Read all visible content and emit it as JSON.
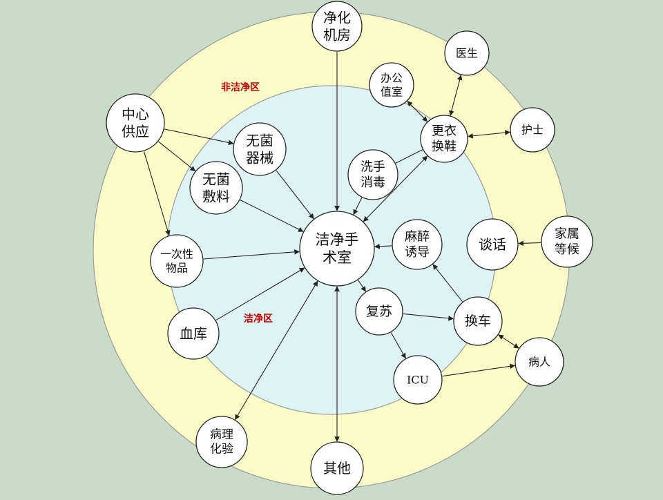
{
  "zones": {
    "outer_label": "非洁净区",
    "inner_label": "洁净区"
  },
  "nodes": [
    {
      "id": "center",
      "lines": [
        "洁净手",
        "术室"
      ]
    },
    {
      "id": "machine",
      "lines": [
        "净化",
        "机房"
      ]
    },
    {
      "id": "supply",
      "lines": [
        "中心",
        "供应"
      ]
    },
    {
      "id": "instr",
      "lines": [
        "无菌",
        "器械"
      ]
    },
    {
      "id": "dressing",
      "lines": [
        "无菌",
        "敷料"
      ]
    },
    {
      "id": "disposable",
      "lines": [
        "一次性",
        "物品"
      ]
    },
    {
      "id": "blood",
      "lines": [
        "血库"
      ]
    },
    {
      "id": "patho",
      "lines": [
        "病理",
        "化验"
      ]
    },
    {
      "id": "other",
      "lines": [
        "其他"
      ]
    },
    {
      "id": "wash",
      "lines": [
        "洗手",
        "消毒"
      ]
    },
    {
      "id": "change",
      "lines": [
        "更衣",
        "换鞋"
      ]
    },
    {
      "id": "office",
      "lines": [
        "办公",
        "值室"
      ]
    },
    {
      "id": "doctor",
      "lines": [
        "医生"
      ]
    },
    {
      "id": "nurse",
      "lines": [
        "护士"
      ]
    },
    {
      "id": "anesth",
      "lines": [
        "麻醉",
        "诱导"
      ]
    },
    {
      "id": "talk",
      "lines": [
        "谈话"
      ]
    },
    {
      "id": "family",
      "lines": [
        "家属",
        "等候"
      ]
    },
    {
      "id": "recovery",
      "lines": [
        "复苏"
      ]
    },
    {
      "id": "cart",
      "lines": [
        "换车"
      ]
    },
    {
      "id": "icu",
      "lines": [
        "ICU"
      ]
    },
    {
      "id": "patient",
      "lines": [
        "病人"
      ]
    }
  ],
  "edges": [
    {
      "from": "machine",
      "to": "center",
      "arrow": "end"
    },
    {
      "from": "supply",
      "to": "instr",
      "arrow": "end"
    },
    {
      "from": "supply",
      "to": "dressing",
      "arrow": "end"
    },
    {
      "from": "supply",
      "to": "disposable",
      "arrow": "end"
    },
    {
      "from": "instr",
      "to": "center",
      "arrow": "end"
    },
    {
      "from": "dressing",
      "to": "center",
      "arrow": "end"
    },
    {
      "from": "disposable",
      "to": "center",
      "arrow": "end"
    },
    {
      "from": "blood",
      "to": "center",
      "arrow": "end"
    },
    {
      "from": "patho",
      "to": "center",
      "arrow": "both"
    },
    {
      "from": "center",
      "to": "other",
      "arrow": "both"
    },
    {
      "from": "wash",
      "to": "center",
      "arrow": "end"
    },
    {
      "from": "change",
      "to": "wash",
      "arrow": "none"
    },
    {
      "from": "change",
      "to": "center",
      "arrow": "both"
    },
    {
      "from": "office",
      "to": "change",
      "arrow": "both"
    },
    {
      "from": "doctor",
      "to": "change",
      "arrow": "both"
    },
    {
      "from": "nurse",
      "to": "change",
      "arrow": "both"
    },
    {
      "from": "anesth",
      "to": "center",
      "arrow": "end"
    },
    {
      "from": "family",
      "to": "talk",
      "arrow": "end"
    },
    {
      "from": "center",
      "to": "recovery",
      "arrow": "end"
    },
    {
      "from": "recovery",
      "to": "cart",
      "arrow": "end"
    },
    {
      "from": "cart",
      "to": "anesth",
      "arrow": "end"
    },
    {
      "from": "cart",
      "to": "patient",
      "arrow": "both"
    },
    {
      "from": "recovery",
      "to": "icu",
      "arrow": "end"
    },
    {
      "from": "icu",
      "to": "patient",
      "arrow": "end"
    }
  ]
}
